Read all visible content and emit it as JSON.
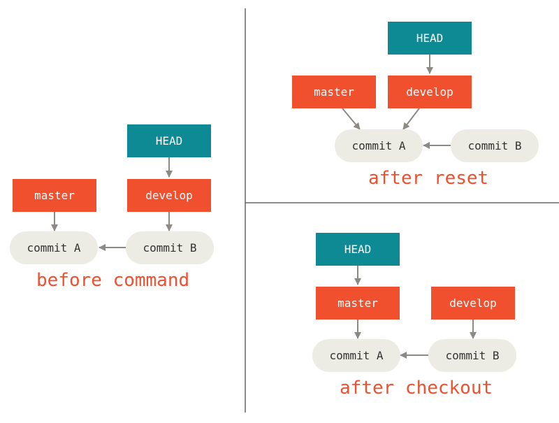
{
  "colors": {
    "head": "#0e8a94",
    "branch": "#f1502f",
    "commit": "#ecebe4",
    "caption": "#f1502f",
    "arrow": "#8c8a84",
    "divider": "#666666"
  },
  "panels": {
    "before": {
      "head_label": "HEAD",
      "master_label": "master",
      "develop_label": "develop",
      "commit_a_label": "commit A",
      "commit_b_label": "commit B",
      "caption": "before command"
    },
    "reset": {
      "head_label": "HEAD",
      "master_label": "master",
      "develop_label": "develop",
      "commit_a_label": "commit A",
      "commit_b_label": "commit B",
      "caption": "after reset"
    },
    "checkout": {
      "head_label": "HEAD",
      "master_label": "master",
      "develop_label": "develop",
      "commit_a_label": "commit A",
      "commit_b_label": "commit B",
      "caption": "after checkout"
    }
  }
}
